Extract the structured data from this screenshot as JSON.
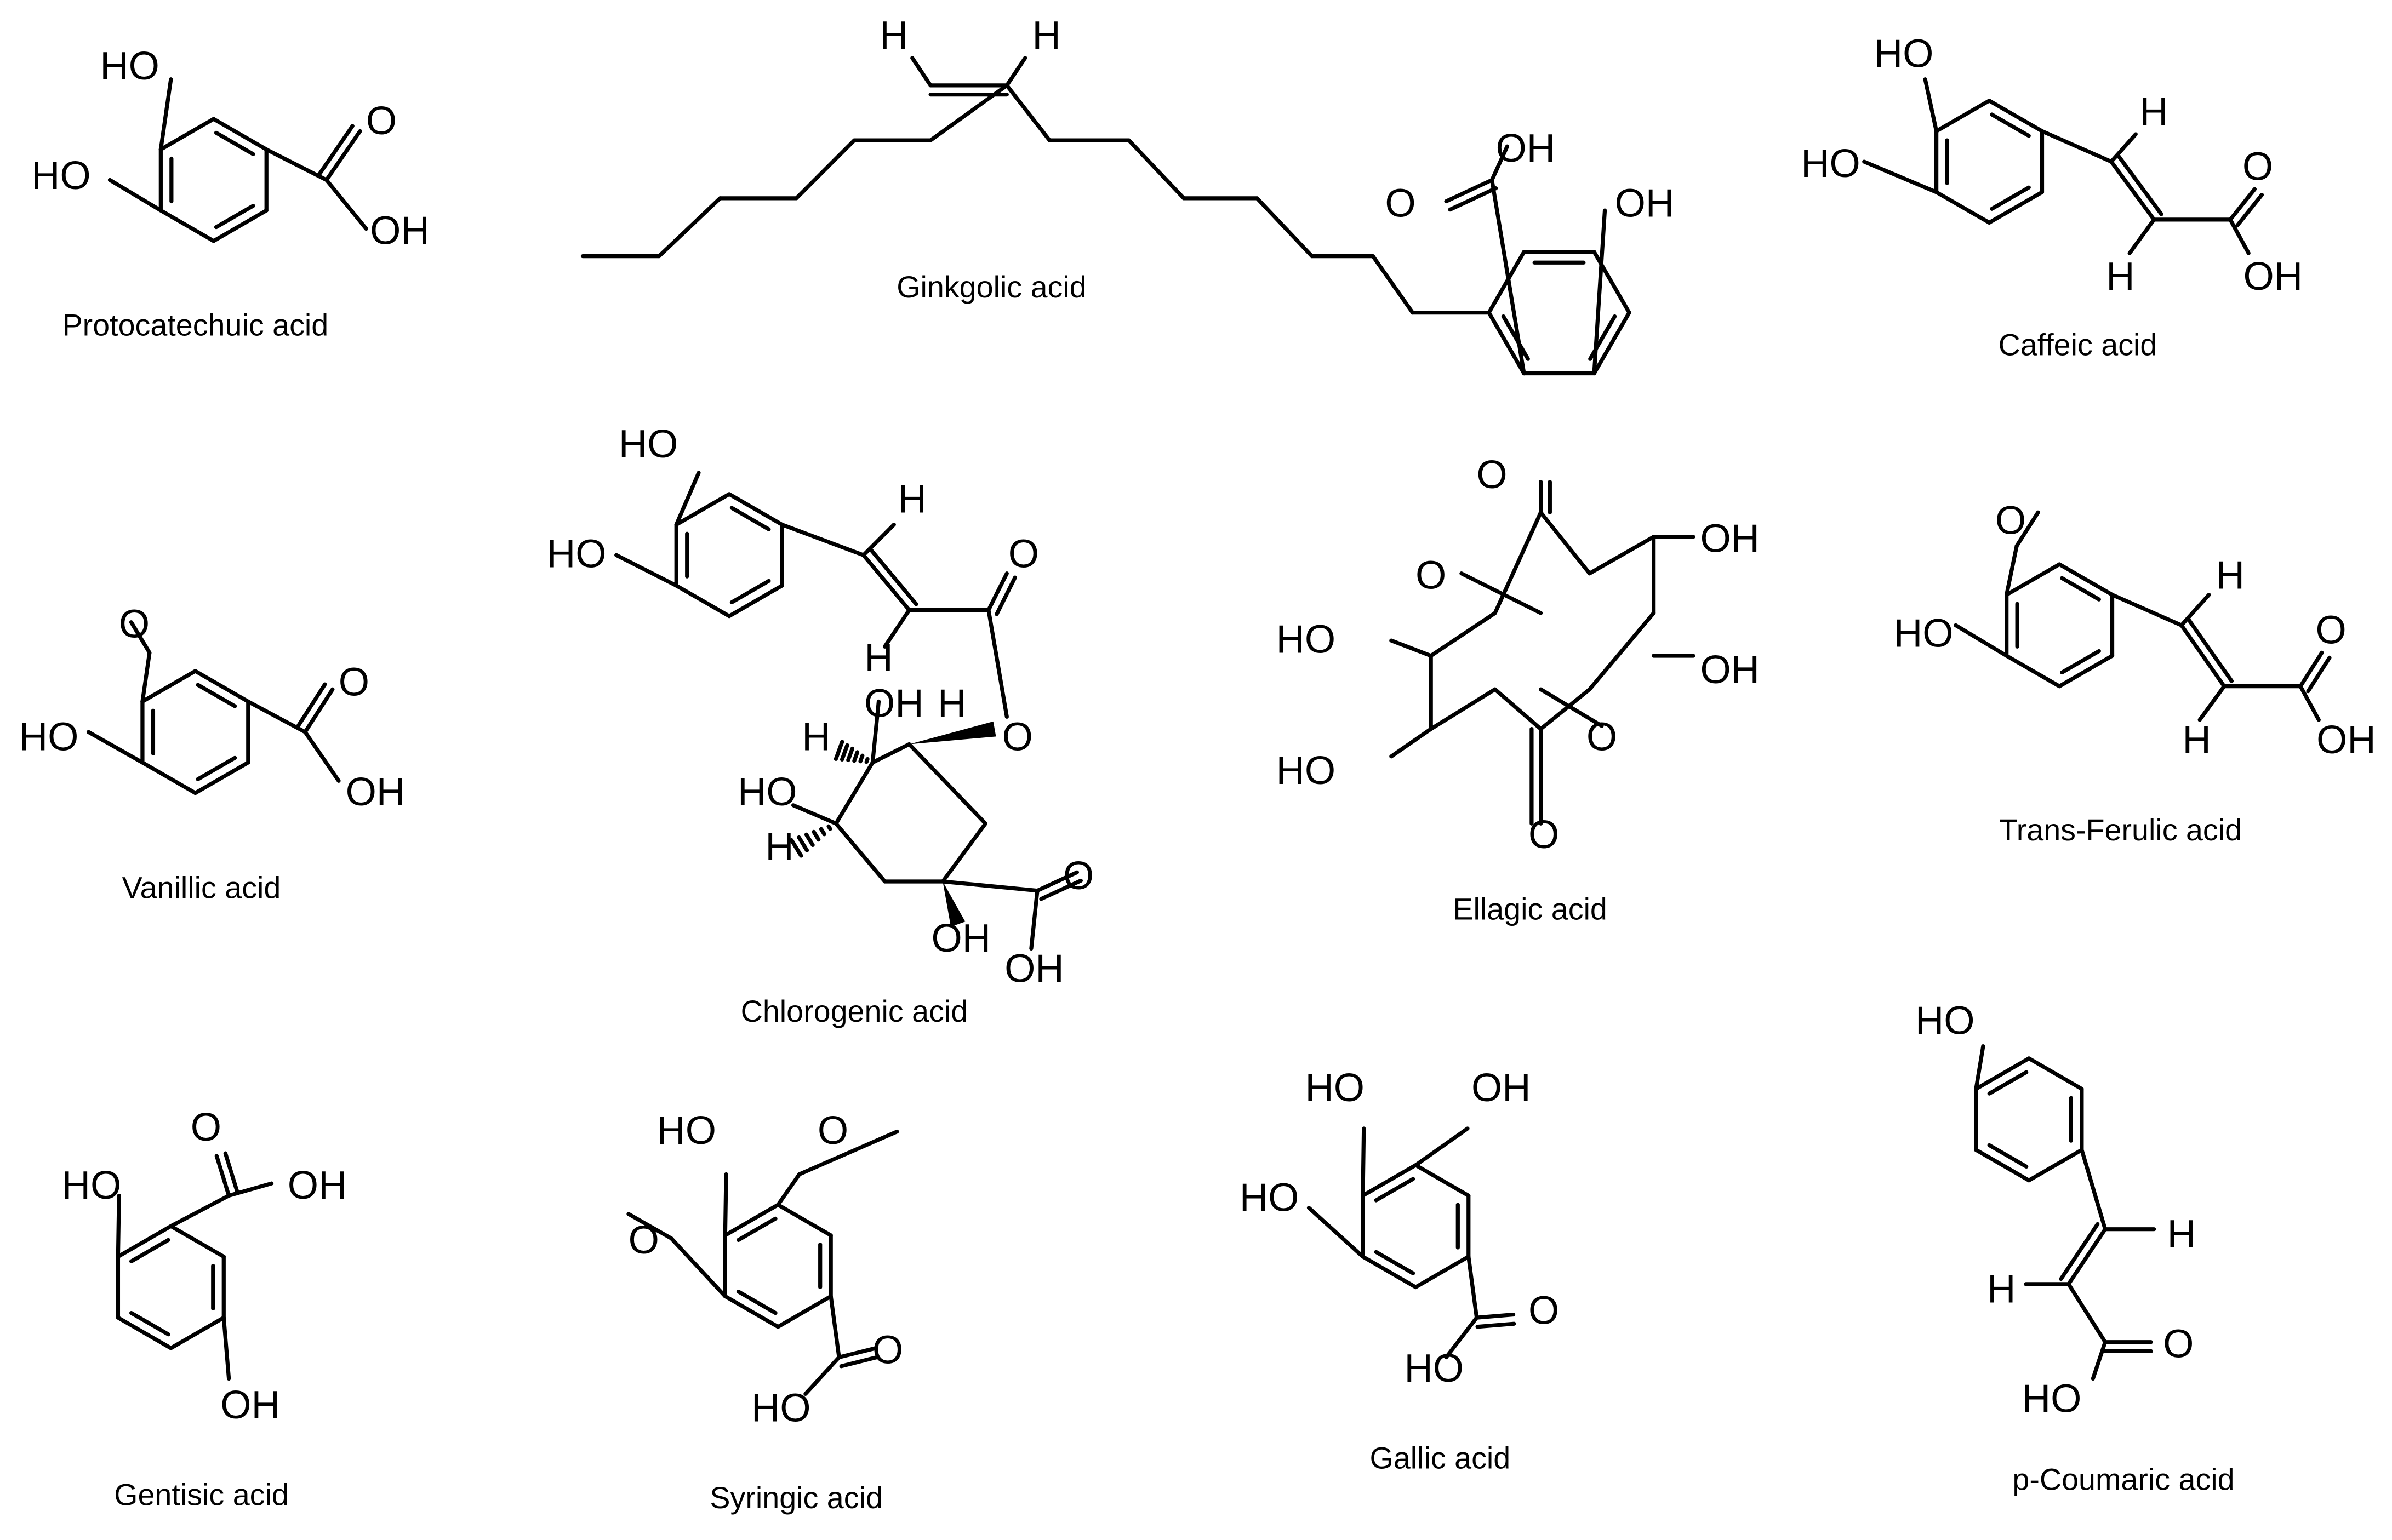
{
  "diagram": {
    "compounds": [
      {
        "name": "Protocatechuic acid",
        "atom_labels": [
          "HO",
          "HO",
          "O",
          "OH"
        ]
      },
      {
        "name": "Ginkgolic acid",
        "atom_labels": [
          "H",
          "H",
          "OH",
          "O",
          "OH"
        ]
      },
      {
        "name": "Caffeic acid",
        "atom_labels": [
          "HO",
          "HO",
          "H",
          "O",
          "H",
          "OH"
        ]
      },
      {
        "name": "Vanillic acid",
        "atom_labels": [
          "O",
          "HO",
          "O",
          "OH"
        ]
      },
      {
        "name": "Chlorogenic acid",
        "atom_labels": [
          "HO",
          "HO",
          "H",
          "O",
          "H",
          "OH",
          "H",
          "H",
          "O",
          "HO",
          "H",
          "O",
          "OH",
          "OH"
        ]
      },
      {
        "name": "Ellagic acid",
        "atom_labels": [
          "O",
          "O",
          "OH",
          "OH",
          "HO",
          "HO",
          "O",
          "O"
        ]
      },
      {
        "name": "Trans-Ferulic acid",
        "atom_labels": [
          "O",
          "HO",
          "H",
          "O",
          "H",
          "OH"
        ]
      },
      {
        "name": "Gentisic acid",
        "atom_labels": [
          "O",
          "HO",
          "OH",
          "OH"
        ]
      },
      {
        "name": "Syringic acid",
        "atom_labels": [
          "HO",
          "O",
          "O",
          "O",
          "HO"
        ]
      },
      {
        "name": "Gallic acid",
        "atom_labels": [
          "HO",
          "OH",
          "HO",
          "O",
          "HO"
        ]
      },
      {
        "name": "p-Coumaric acid",
        "atom_labels": [
          "HO",
          "H",
          "H",
          "O",
          "HO"
        ]
      }
    ]
  }
}
